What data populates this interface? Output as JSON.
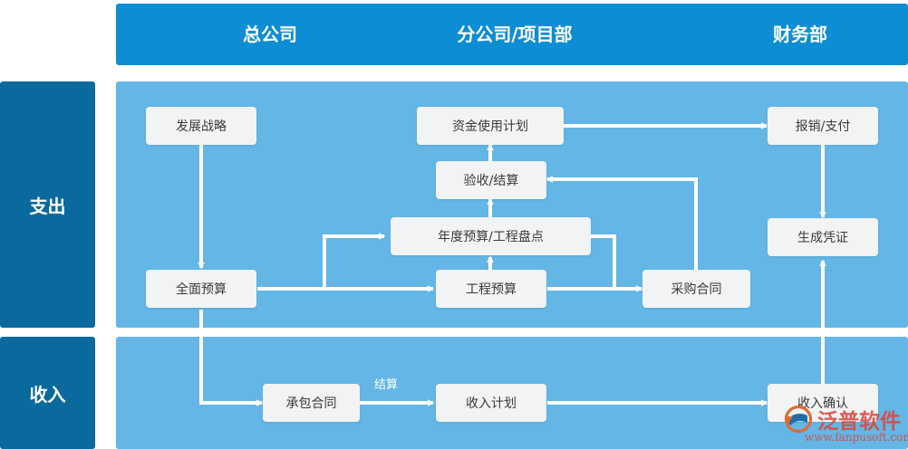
{
  "header": {
    "columns": [
      {
        "label": "总公司"
      },
      {
        "label": "分公司/项目部"
      },
      {
        "label": "财务部"
      }
    ]
  },
  "sidebar": {
    "sections": [
      {
        "label": "支出"
      },
      {
        "label": "收入"
      }
    ]
  },
  "expenditure": {
    "nodes": [
      {
        "id": "fazhan-zhanlue",
        "label": "发展战略"
      },
      {
        "id": "quanmian-yusuan",
        "label": "全面预算"
      },
      {
        "id": "niandu-yusuan",
        "label": "年度预算/工程盘点"
      },
      {
        "id": "gongcheng-yusuan",
        "label": "工程预算"
      },
      {
        "id": "zijin-shiyong",
        "label": "资金使用计划"
      },
      {
        "id": "yanshou-jiesuan",
        "label": "验收/结算"
      },
      {
        "id": "caigou-hetong",
        "label": "采购合同"
      },
      {
        "id": "baoxiao-zhifu",
        "label": "报销/支付"
      },
      {
        "id": "shengcheng-pingzheng",
        "label": "生成凭证"
      }
    ]
  },
  "income": {
    "nodes": [
      {
        "id": "chengbao-hetong",
        "label": "承包合同"
      },
      {
        "id": "shouru-jihua",
        "label": "收入计划"
      },
      {
        "id": "shouru-queren",
        "label": "收入确认"
      }
    ],
    "edge_labels": [
      {
        "id": "jiesuan",
        "label": "结算"
      }
    ]
  },
  "watermark": {
    "brand": "泛普软件",
    "url": "www.fanpusoft.com"
  },
  "colors": {
    "header_blue": "#0d8dd4",
    "sidebar_blue": "#0a6a9e",
    "panel_blue": "#63b6e5",
    "node_fill": "#f2f3f5",
    "node_text": "#3a3a3a",
    "connector": "#ffffff",
    "watermark_red": "#d9483d"
  }
}
